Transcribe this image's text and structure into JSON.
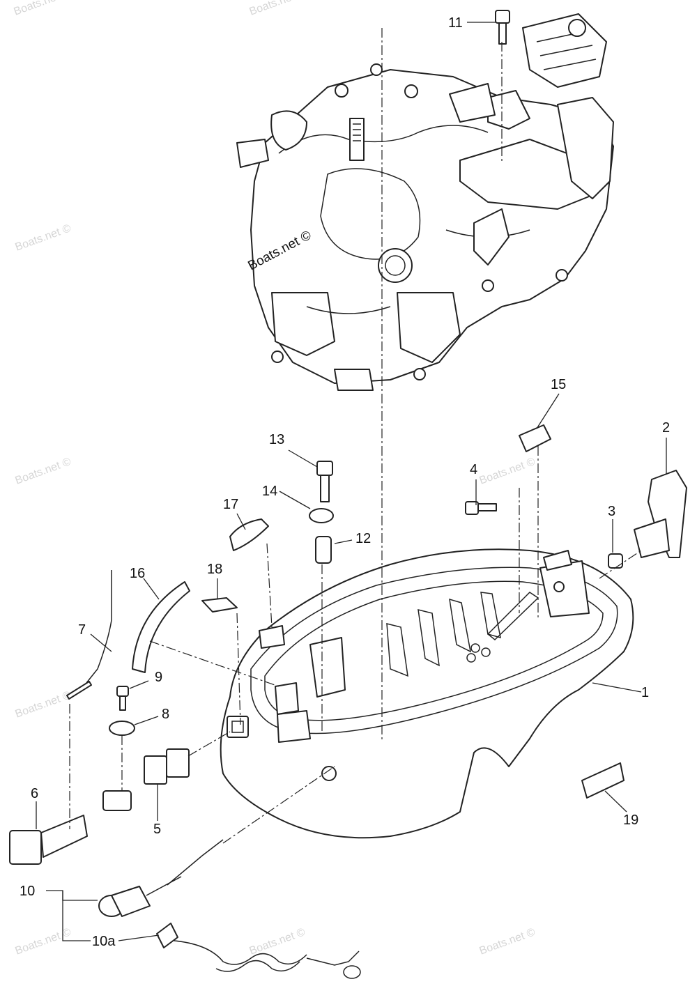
{
  "diagram": {
    "brand_label": "Boats.net ©",
    "watermark_text": "Boats.net ©",
    "callouts": {
      "p1": "1",
      "p2": "2",
      "p3": "3",
      "p4": "4",
      "p5": "5",
      "p6": "6",
      "p7": "7",
      "p8": "8",
      "p9": "9",
      "p10": "10",
      "p10a": "10a",
      "p11": "11",
      "p12": "12",
      "p13": "13",
      "p14": "14",
      "p15": "15",
      "p16": "16",
      "p17": "17",
      "p18": "18",
      "p19": "19"
    }
  }
}
